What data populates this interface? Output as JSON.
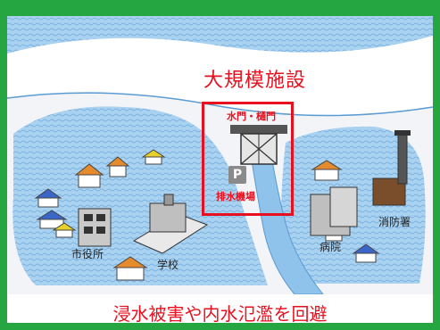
{
  "title": "大規模施設",
  "gate_label": "水門・樋門",
  "pump_sign": "P",
  "pump_label": "排水機場",
  "city_hall_label": "市役所",
  "school_label": "学校",
  "hospital_label": "病院",
  "fire_station_label": "消防署",
  "caption": "浸水被害や内水氾濫を回避",
  "colors": {
    "frame": "#26a641",
    "accent": "#e8101e",
    "water": "#8fc3ec",
    "land": "#f2f4f7",
    "sky": "#7ab6e6"
  }
}
